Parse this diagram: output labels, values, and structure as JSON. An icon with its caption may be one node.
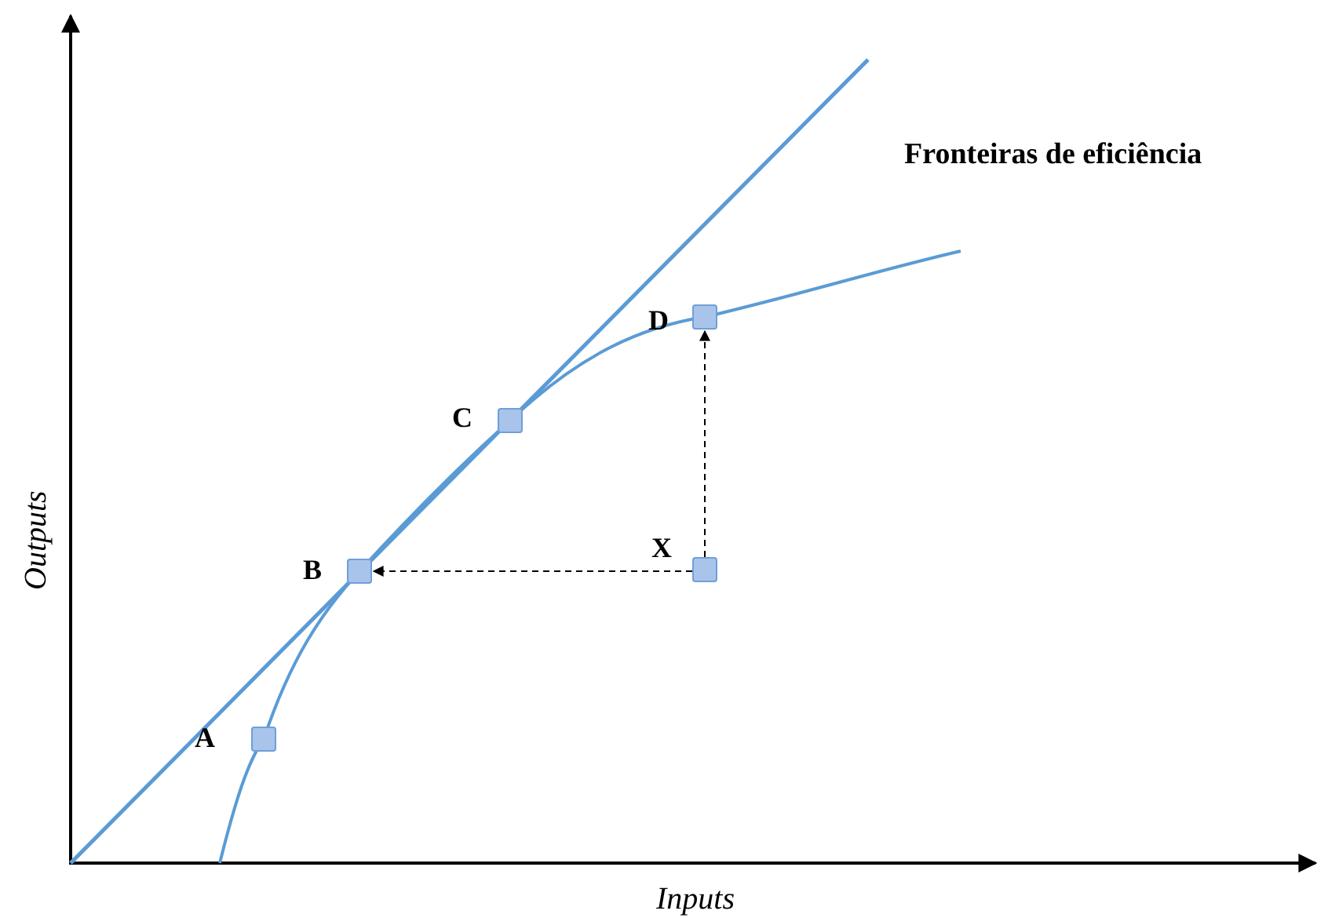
{
  "diagram": {
    "nodes": [
      {
        "text": [
          "A"
        ]
      },
      {
        "text": [
          "B"
        ]
      },
      {
        "text": [
          "C"
        ]
      },
      {
        "text": [
          "D"
        ]
      },
      {
        "text": [
          "X"
        ]
      }
    ],
    "edges": [
      {
        "from": 4,
        "to": 1,
        "arrow": "to",
        "style": "dashed"
      },
      {
        "from": 4,
        "to": 3,
        "arrow": "to",
        "style": "dashed"
      }
    ],
    "labels": [
      "Fronteiras de eficiência",
      "Outputs",
      "Inputs"
    ]
  }
}
